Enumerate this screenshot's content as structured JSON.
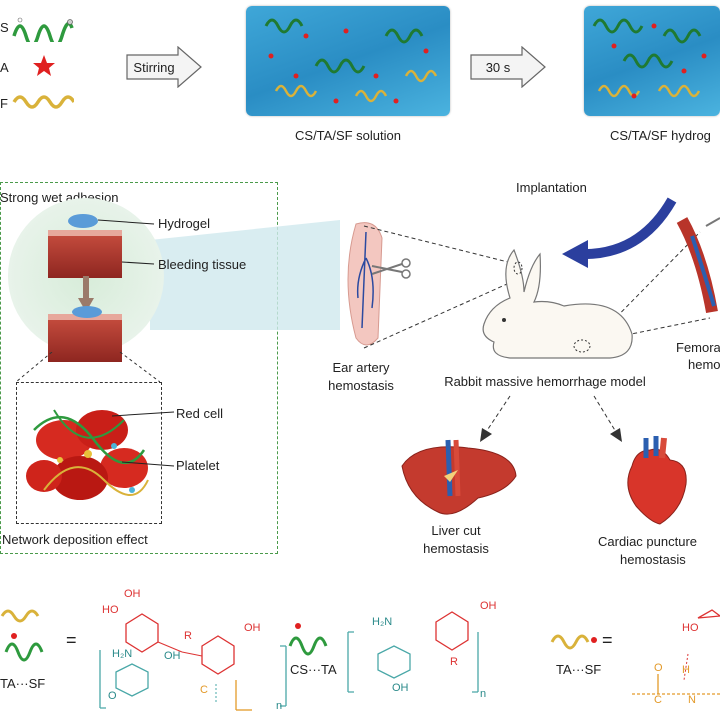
{
  "legend": {
    "cs_label": "S",
    "ta_label": "A",
    "sf_label": "F"
  },
  "process": {
    "stirring_label": "Stirring",
    "time_label": "30 s",
    "solution_caption": "CS/TA/SF solution",
    "hydrogel_caption": "CS/TA/SF hydrog"
  },
  "left_panel": {
    "title": "Strong wet adhesion",
    "hydrogel_label": "Hydrogel",
    "tissue_label": "Bleeding tissue",
    "red_cell_label": "Red cell",
    "platelet_label": "Platelet",
    "effect_label": "Network deposition effect"
  },
  "model": {
    "implantation_label": "Implantation",
    "ear_caption_line1": "Ear artery",
    "ear_caption_line2": "hemostasis",
    "rabbit_caption": "Rabbit massive hemorrhage model",
    "femoral_line1": "Femora",
    "femoral_line2": "hemo",
    "liver_line1": "Liver cut",
    "liver_line2": "hemostasis",
    "cardiac_line1": "Cardiac puncture",
    "cardiac_line2": "hemostasis"
  },
  "chemistry": {
    "ta_sf_label": "TA···SF",
    "cs_ta_label": "CS···TA",
    "ta_sf_label2": "TA···SF",
    "eq": "=",
    "oh": "OH",
    "h2n": "H₂N",
    "r": "R",
    "ho": "HO",
    "n": "n",
    "o": "O",
    "c": "C",
    "nh": "N",
    "h": "H"
  },
  "colors": {
    "cs": "#2e9a3e",
    "ta": "#e02020",
    "sf": "#d9b23a",
    "blue_arrow": "#2b3f9e",
    "frame": "#4a9a4a"
  }
}
